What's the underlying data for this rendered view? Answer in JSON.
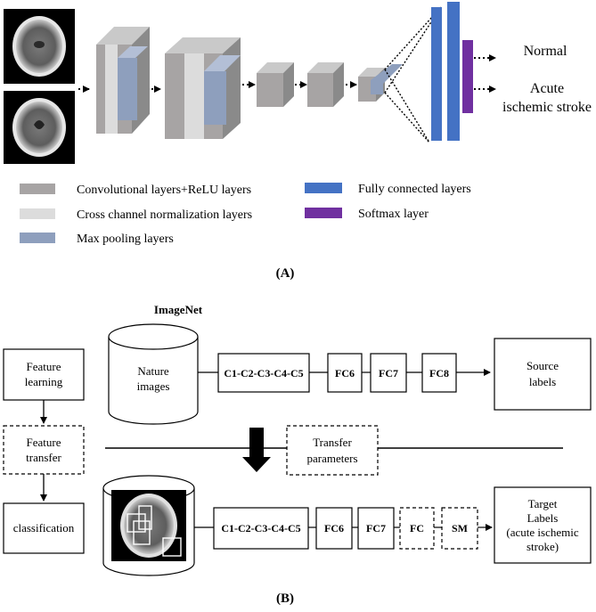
{
  "panel_a": {
    "caption": "(A)",
    "outputs": [
      "Normal",
      "Acute",
      "ischemic stroke"
    ],
    "legend": [
      {
        "label": "Convolutional layers+ReLU layers",
        "color": "#a7a4a4"
      },
      {
        "label": "Cross channel normalization layers",
        "color": "#dcdcdc"
      },
      {
        "label": "Max pooling layers",
        "color": "#8e9fbd"
      },
      {
        "label": "Fully connected layers",
        "color": "#4472c4"
      },
      {
        "label": "Softmax layer",
        "color": "#7030a0"
      }
    ]
  },
  "panel_b": {
    "caption": "(B)",
    "imagenet": "ImageNet",
    "steps": [
      "Feature learning",
      "Feature transfer",
      "classification"
    ],
    "source_db": [
      "Nature",
      "images"
    ],
    "source_chain": [
      "C1-C2-C3-C4-C5",
      "FC6",
      "FC7",
      "FC8"
    ],
    "source_labels": [
      "Source",
      "labels"
    ],
    "transfer": [
      "Transfer",
      "parameters"
    ],
    "target_chain": [
      "C1-C2-C3-C4-C5",
      "FC6",
      "FC7",
      "FC",
      "SM"
    ],
    "target_labels": [
      "Target",
      "Labels",
      "(acute ischemic",
      "stroke)"
    ]
  }
}
